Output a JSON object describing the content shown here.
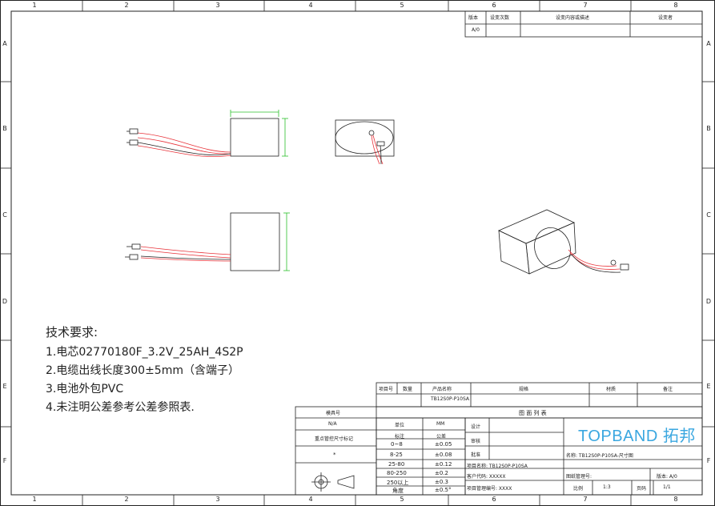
{
  "border": {
    "columns": [
      "1",
      "2",
      "3",
      "4",
      "5",
      "6",
      "7",
      "8"
    ],
    "rows": [
      "A",
      "B",
      "C",
      "D",
      "E",
      "F"
    ]
  },
  "revision_table": {
    "headers": [
      "版本",
      "设变次数",
      "设变内容或描述",
      "设变者"
    ],
    "row": [
      "A/0",
      "",
      "",
      ""
    ]
  },
  "requirements": {
    "title": "技术要求:",
    "items": [
      "1.电芯02770180F_3.2V_25AH_4S2P",
      "2.电缆出线长度300±5mm（含端子）",
      "3.电池外包PVC",
      "4.未注明公差参考公差参照表."
    ]
  },
  "bom": {
    "headers": [
      "项目号",
      "数量",
      "产品名称",
      "规格",
      "材质",
      "备注"
    ],
    "row": [
      "",
      "",
      "TB12S0P-P10SA",
      "",
      "",
      ""
    ],
    "footer": "图 面 列 表"
  },
  "left_block": {
    "model_label": "模具号",
    "model_value": "N/A",
    "key_dim_label": "重点管控尺寸标记",
    "key_dim_value": "*"
  },
  "tolerance": {
    "unit_label": "单位",
    "unit_value": "MM",
    "col1": "标注",
    "col2": "公差",
    "rows": [
      [
        "0~8",
        "±0.05"
      ],
      [
        "8-25",
        "±0.08"
      ],
      [
        "25-80",
        "±0.12"
      ],
      [
        "80-250",
        "±0.2"
      ],
      [
        "250以上",
        "±0.3"
      ],
      [
        "角度",
        "±0.5°"
      ]
    ]
  },
  "approval": {
    "design": "设计",
    "review": "审核",
    "approve": "批准",
    "project_name": "项目名称: TB12S0P-P10SA",
    "customer_code": "客户代码: XXXXX",
    "project_manage": "项目管理编号: XXXX"
  },
  "title_block": {
    "logo": "TOPBAND 拓邦",
    "name": "名称: TB12S0P-P10SA-尺寸图",
    "drawing_no": "图纸管理号:",
    "version": "版本: A/0",
    "scale_label": "比例",
    "scale_value": "1:3",
    "page_label": "页码",
    "page_value": "1/1"
  },
  "colors": {
    "line": "#222222",
    "wire_red": "#e8333a",
    "dim_green": "#2bbf2b",
    "logo_blue": "#3aa7e0"
  }
}
